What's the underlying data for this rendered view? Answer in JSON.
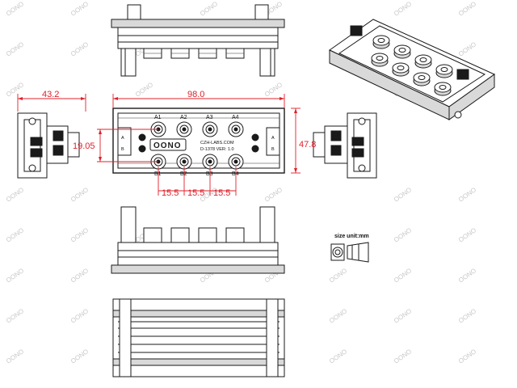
{
  "watermark": "OONO",
  "dimensions": {
    "width_left": "43.2",
    "width_top": "98.0",
    "height_inner": "19.05",
    "height_right": "47.8",
    "pitch_1": "15.5",
    "pitch_2": "15.5",
    "pitch_3": "15.5"
  },
  "connectors": {
    "top_row": [
      "A1",
      "A2",
      "A3",
      "A4"
    ],
    "bottom_row": [
      "B1",
      "B2",
      "B3",
      "B4"
    ]
  },
  "terminal_labels": {
    "left_a": "A",
    "left_b": "B",
    "right_a": "A",
    "right_b": "B"
  },
  "board": {
    "brand": "OONO",
    "site": "CZH-LABS.COM",
    "part": "D-1378  VER: 1.0"
  },
  "legend": {
    "size_unit": "size unit:mm"
  }
}
